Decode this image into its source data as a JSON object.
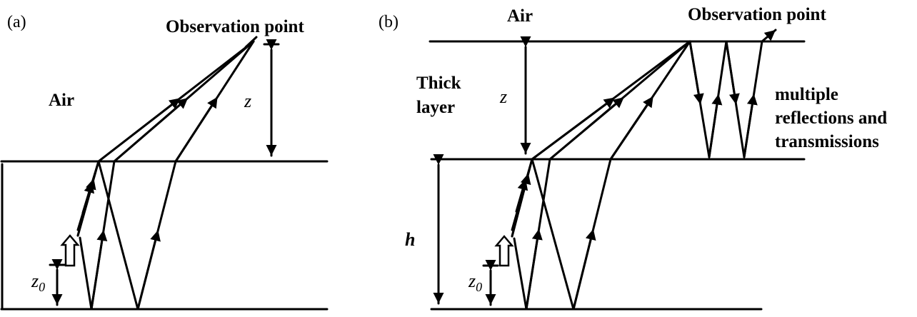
{
  "panel_a": {
    "tag": "(a)",
    "observation": "Observation point",
    "medium": "Air",
    "z": "z",
    "z0": "z",
    "z0_sub": "0"
  },
  "panel_b": {
    "tag": "(b)",
    "observation": "Observation point",
    "medium": "Air",
    "layer_line1": "Thick",
    "layer_line2": "layer",
    "z": "z",
    "h": "h",
    "z0": "z",
    "z0_sub": "0",
    "note_line1": "multiple",
    "note_line2": "reflections and",
    "note_line3": "transmissions"
  }
}
